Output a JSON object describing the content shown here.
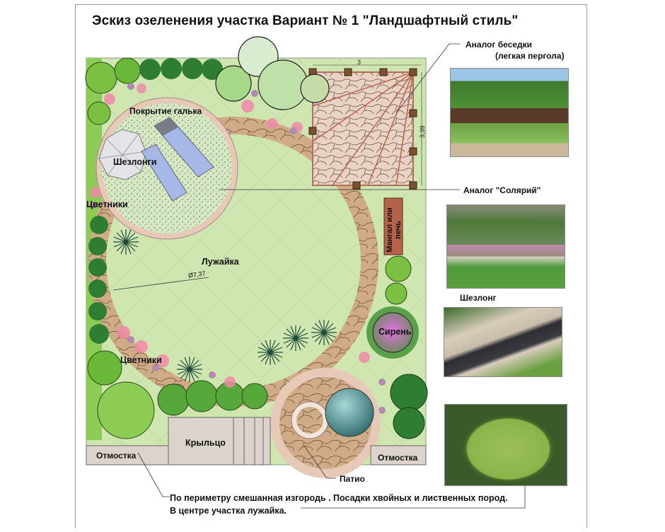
{
  "title": "Эскиз озеленения участка Вариант № 1  \"Ландшафтный стиль\"",
  "callouts": {
    "gazebo_line1": "Аналог беседки",
    "gazebo_line2": "(легкая пергола)",
    "solarium": "Аналог \"Солярий\"",
    "lounger_photo": "Шезлонг",
    "patio": "Патио"
  },
  "plan_labels": {
    "pebble_cover": "Покрытие галька",
    "loungers": "Шезлонги",
    "flowerbeds_top": "Цветники",
    "lawn": "Лужайка",
    "diameter": "Ø7,37",
    "flowerbeds_bottom": "Цветники",
    "bbq": "Мангал или печь",
    "lilac": "Сирень",
    "porch": "Крыльцо",
    "blind_area_left": "Отмостка",
    "blind_area_right": "Отмостка",
    "dim_width": "3",
    "dim_height": "3,39"
  },
  "note": {
    "line1": "По периметру смешанная изгородь . Посадки хвойных и лиственных пород.",
    "line2": "В центре участка лужайка."
  },
  "photos": [
    {
      "name": "pergola-photo",
      "caption": "Аналог беседки (легкая пергола)"
    },
    {
      "name": "solarium-photo",
      "caption": "Аналог \"Солярий\""
    },
    {
      "name": "lounger-photo",
      "caption": "Шезлонг"
    },
    {
      "name": "lawn-photo",
      "caption": "Лужайка"
    }
  ],
  "colors": {
    "lawn": "#cfe6b0",
    "pebble": "#d8e8c8",
    "paving": "#c9a98a",
    "deck": "#e8cfc0",
    "hedge_dark": "#2e7d32",
    "hedge_light": "#7cc043",
    "flowers": "#f08aa8",
    "lilac": "#c060c0",
    "porch": "#dcd4cc",
    "bbq": "#b5624a"
  }
}
